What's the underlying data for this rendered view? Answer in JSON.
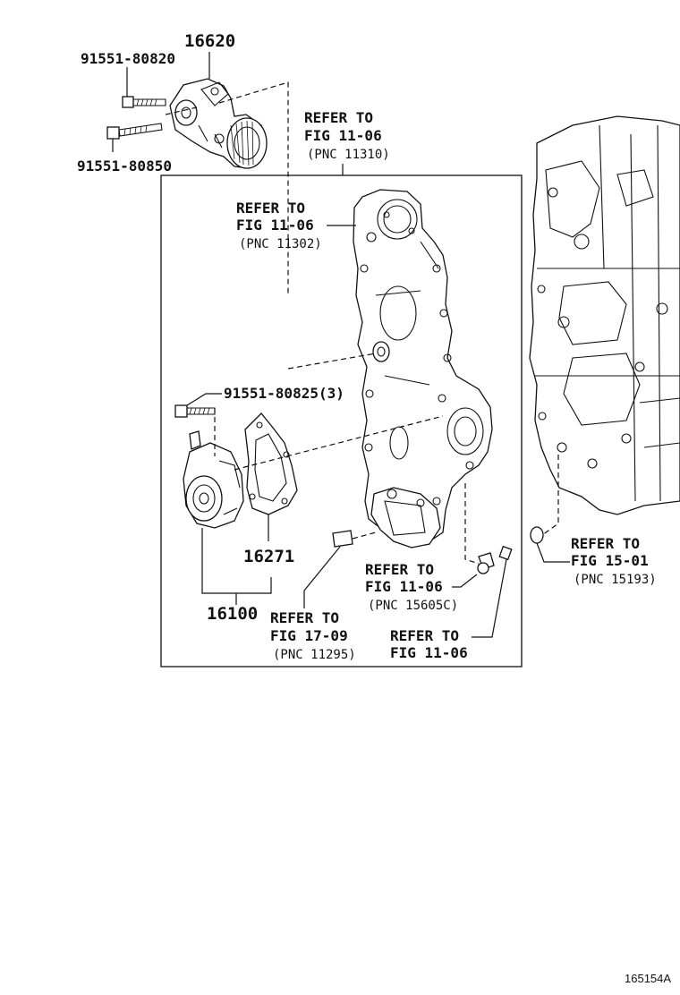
{
  "labels": {
    "part_16620": "16620",
    "bolt_91551_80820": "91551-80820",
    "bolt_91551_80850": "91551-80850",
    "ref_11310": {
      "line1": "REFER TO",
      "line2": "FIG 11-06",
      "line3": "(PNC 11310)"
    },
    "ref_11302": {
      "line1": "REFER TO",
      "line2": "FIG 11-06",
      "line3": "(PNC 11302)"
    },
    "bolt_91551_80825": "91551-80825(3)",
    "part_16271": "16271",
    "part_16100": "16100",
    "ref_11295": {
      "line1": "REFER TO",
      "line2": "FIG 17-09",
      "line3": "(PNC 11295)"
    },
    "ref_15605c": {
      "line1": "REFER TO",
      "line2": "FIG 11-06",
      "line3": "(PNC 15605C)"
    },
    "ref_fig1106": {
      "line1": "REFER TO",
      "line2": "FIG 11-06"
    },
    "ref_15193": {
      "line1": "REFER TO",
      "line2": "FIG 15-01",
      "line3": "(PNC 15193)"
    }
  },
  "figure_id": "165154A"
}
